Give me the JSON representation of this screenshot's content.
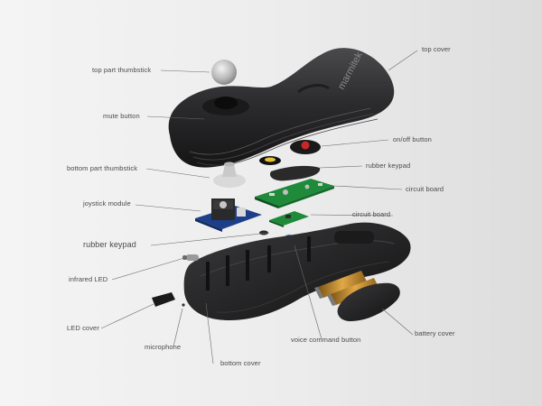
{
  "labels": {
    "top_part_thumbstick": "top part thumbstick",
    "mute_button": "mute button",
    "bottom_part_thumbstick": "bottom part thumbstick",
    "joystick_module": "joystick module",
    "rubber_keypad_left": "rubber keypad",
    "infrared_led": "infrared LED",
    "led_cover": "LED cover",
    "microphone": "microphone",
    "bottom_cover": "bottom cover",
    "voice_command_button": "voice command button",
    "battery_cover": "battery cover",
    "circuit_board_lower": "circuit board",
    "circuit_board_upper": "circuit board",
    "rubber_keypad_right": "rubber keypad",
    "on_off_button": "on/off button",
    "top_cover": "top cover"
  },
  "brand_text": "marmitek",
  "colors": {
    "shell": "#2b2b2d",
    "board_green": "#1f8a3a",
    "module_blue": "#1c3f8a",
    "button_red": "#c62828",
    "battery_gold": "#c8922e",
    "voice_blue": "#2d6fd8",
    "leader": "#6a6a6a",
    "label_text": "#4a4a4a"
  }
}
